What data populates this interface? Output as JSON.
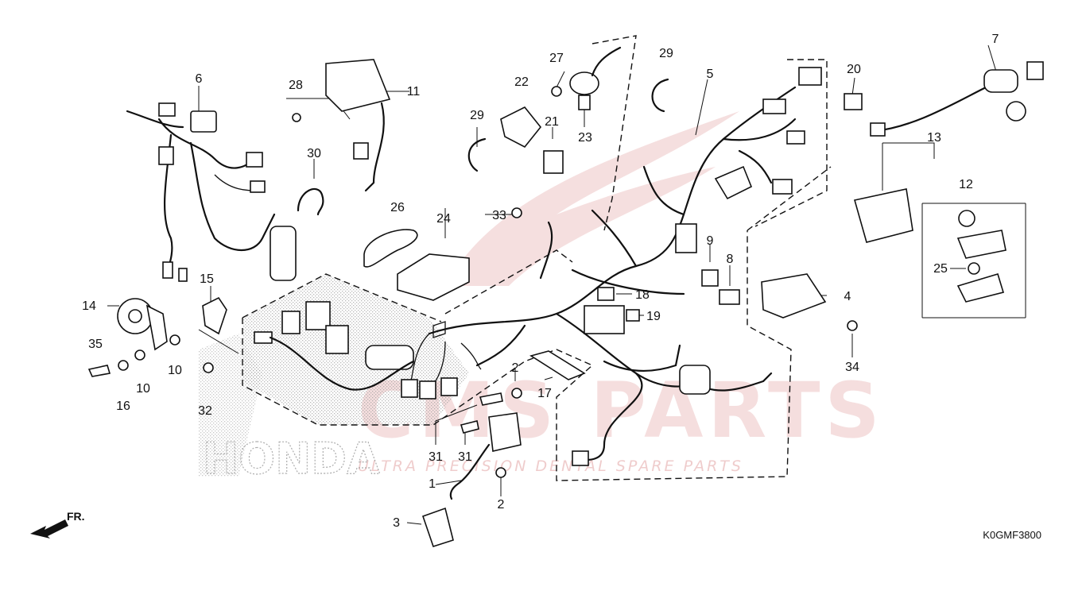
{
  "diagram": {
    "reference_code": "K0GMF3800",
    "direction_label": "FR.",
    "watermark": {
      "brand_text": "CMS PARTS",
      "tagline": "ULTRA PRECISION DENTAL SPARE PARTS",
      "maker_text": "HONDA"
    },
    "callouts": [
      {
        "label": "1"
      },
      {
        "label": "2"
      },
      {
        "label": "2"
      },
      {
        "label": "3"
      },
      {
        "label": "4"
      },
      {
        "label": "5"
      },
      {
        "label": "6"
      },
      {
        "label": "7"
      },
      {
        "label": "8"
      },
      {
        "label": "9"
      },
      {
        "label": "10"
      },
      {
        "label": "10"
      },
      {
        "label": "11"
      },
      {
        "label": "12"
      },
      {
        "label": "13"
      },
      {
        "label": "14"
      },
      {
        "label": "15"
      },
      {
        "label": "16"
      },
      {
        "label": "17"
      },
      {
        "label": "18"
      },
      {
        "label": "19"
      },
      {
        "label": "20"
      },
      {
        "label": "21"
      },
      {
        "label": "22"
      },
      {
        "label": "23"
      },
      {
        "label": "24"
      },
      {
        "label": "25"
      },
      {
        "label": "26"
      },
      {
        "label": "27"
      },
      {
        "label": "28"
      },
      {
        "label": "29"
      },
      {
        "label": "29"
      },
      {
        "label": "30"
      },
      {
        "label": "31"
      },
      {
        "label": "31"
      },
      {
        "label": "32"
      },
      {
        "label": "33"
      },
      {
        "label": "34"
      },
      {
        "label": "35"
      }
    ],
    "colors": {
      "line": "#111111",
      "watermark_red": "#e3a3a3",
      "stipple": "#9a9a9a"
    }
  }
}
